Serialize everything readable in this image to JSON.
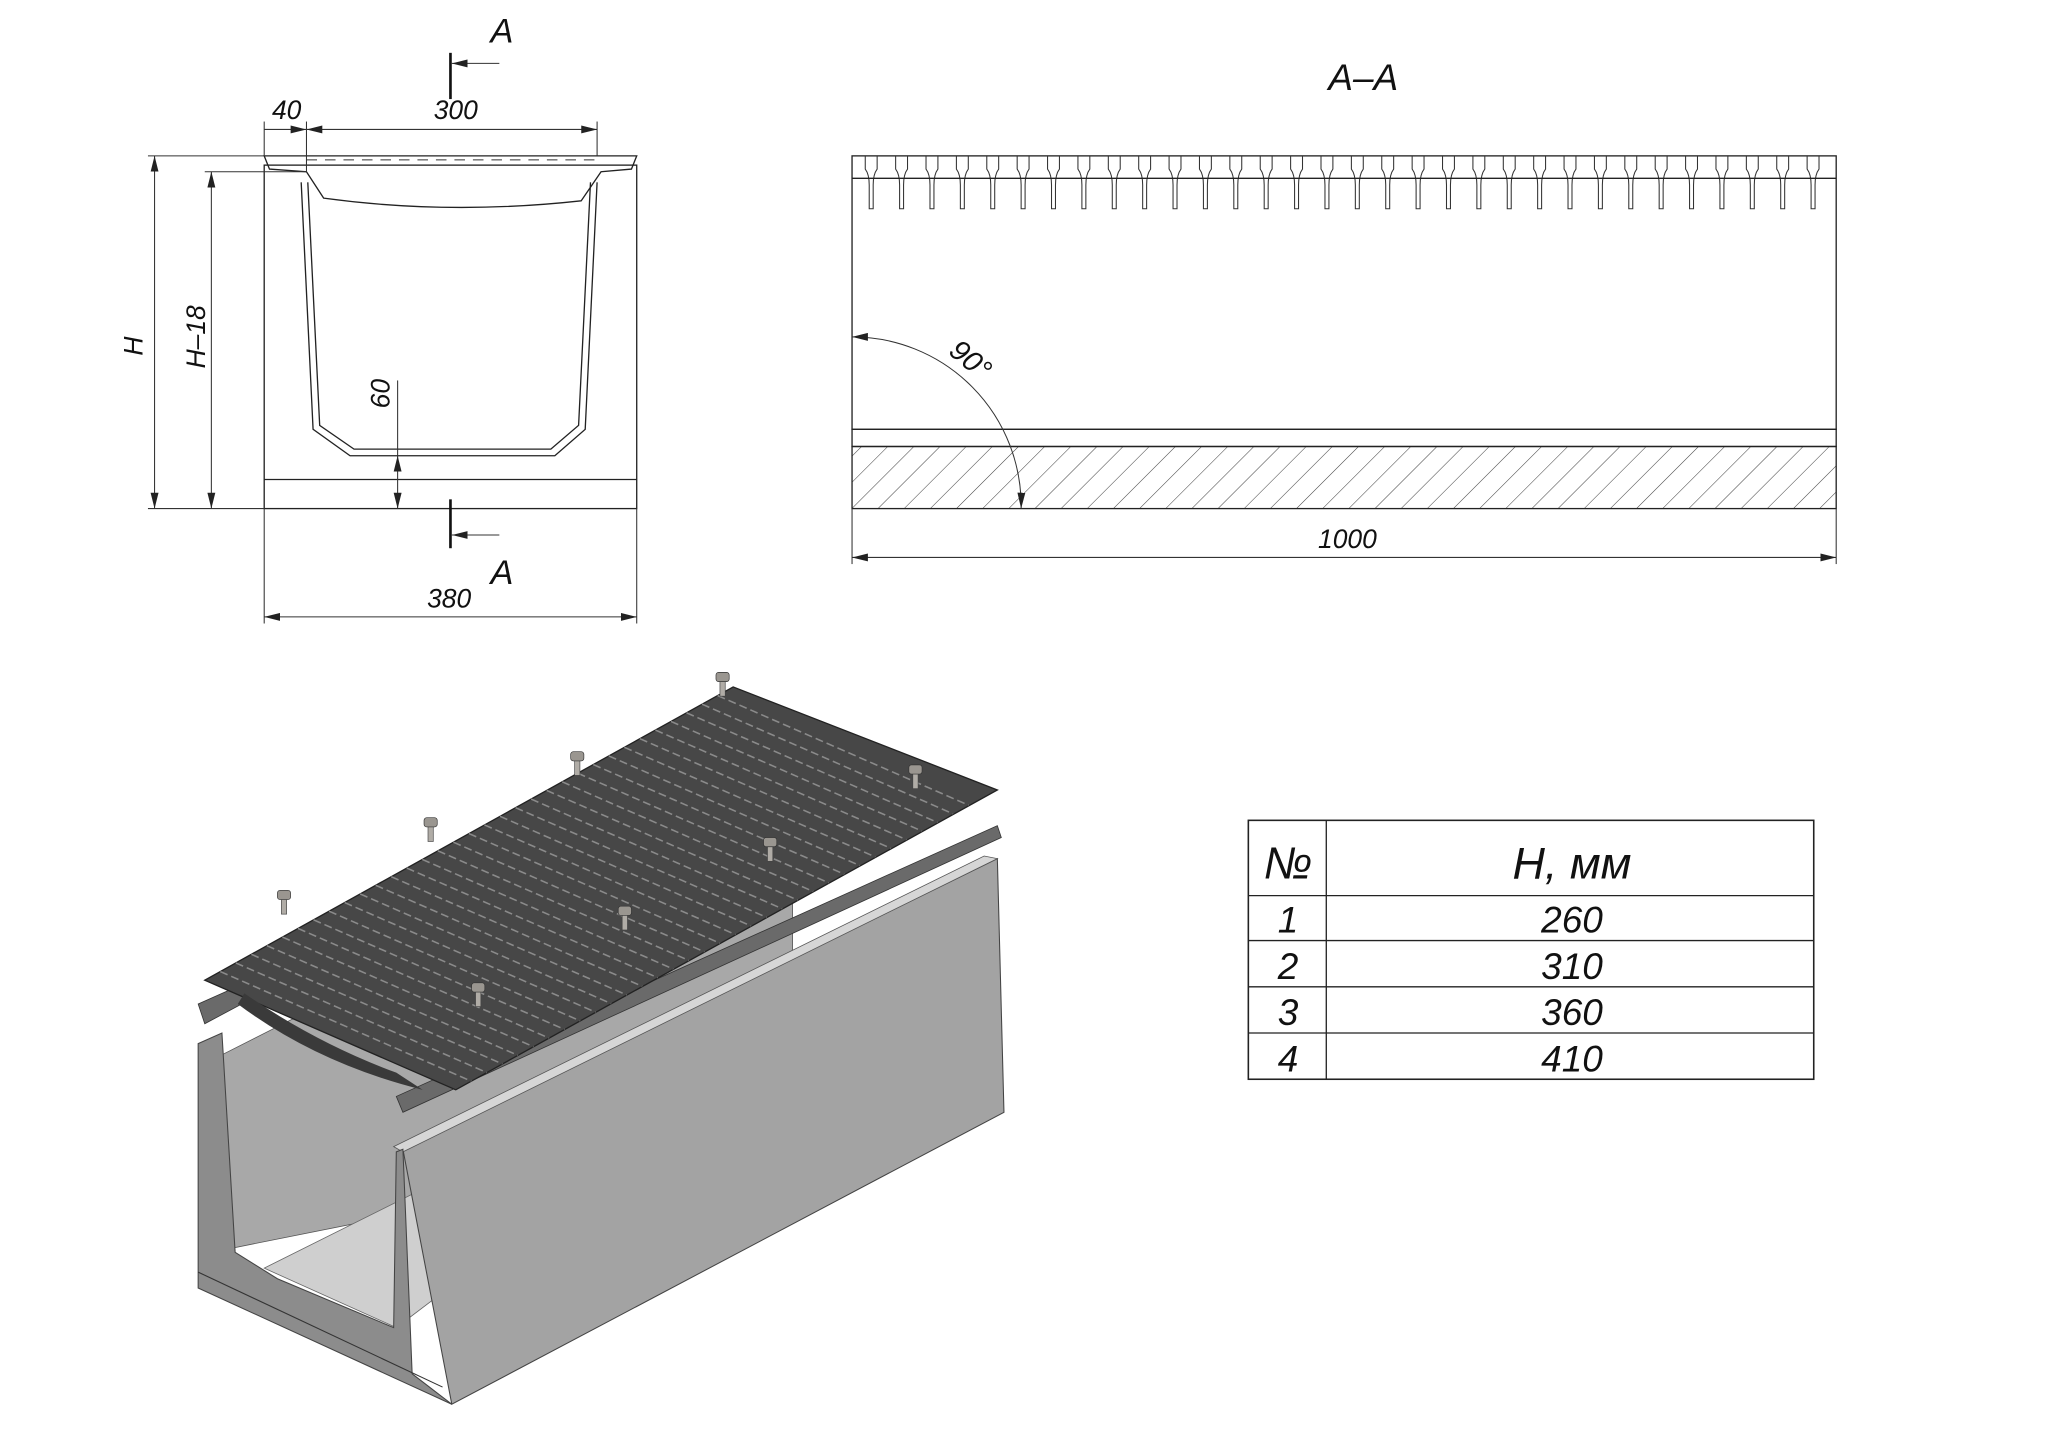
{
  "front_view": {
    "dim_40": "40",
    "dim_300": "300",
    "dim_380": "380",
    "dim_H": "H",
    "dim_H18": "H–18",
    "dim_60": "60",
    "section_mark_top": "A",
    "section_mark_bottom": "A"
  },
  "section_view": {
    "title": "A–A",
    "angle": "90°",
    "dim_1000": "1000"
  },
  "table": {
    "headers": [
      "№",
      "H, мм"
    ],
    "rows": [
      {
        "n": "1",
        "h": "260"
      },
      {
        "n": "2",
        "h": "310"
      },
      {
        "n": "3",
        "h": "360"
      },
      {
        "n": "4",
        "h": "410"
      }
    ]
  },
  "colors": {
    "line": "#222222",
    "concrete_face": "#a3a3a3",
    "concrete_end": "#8c8c8c",
    "grate": "#474747"
  }
}
